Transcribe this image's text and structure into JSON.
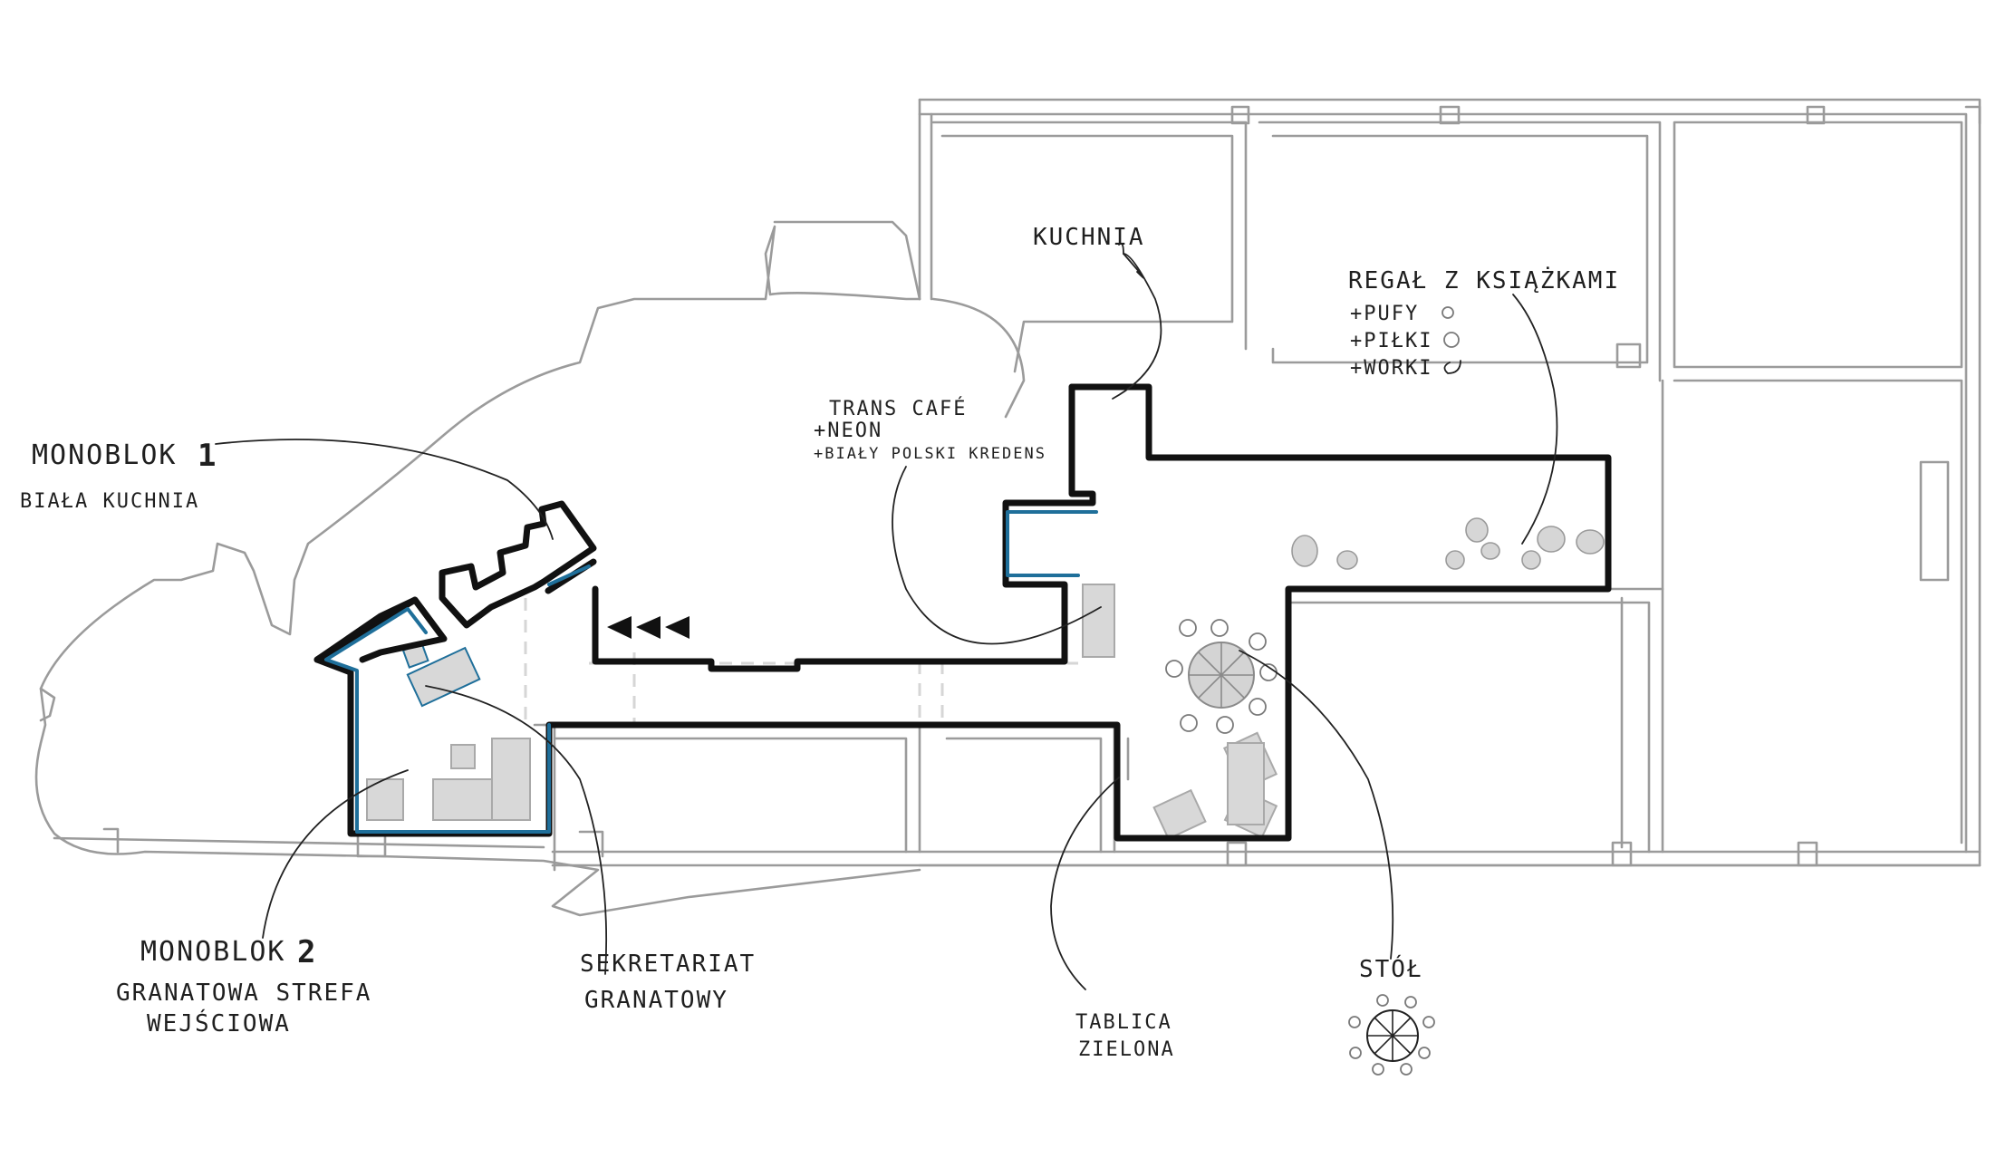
{
  "labels": {
    "monoblok1": {
      "title": "MONOBLOK",
      "number": "1",
      "subtitle": "BIAŁA KUCHNIA"
    },
    "monoblok2": {
      "title": "MONOBLOK",
      "number": "2",
      "line2": "GRANATOWA STREFA",
      "line3": "WEJŚCIOWA"
    },
    "kuchnia": "KUCHNIA",
    "trans_cafe": {
      "title": "TRANS CAFÉ",
      "line2": "+NEON",
      "line3": "+BIAŁY POLSKI KREDENS"
    },
    "regal": {
      "title": "REGAŁ Z KSIĄŻKAMI",
      "line2": "+PUFY",
      "line3": "+PIŁKI",
      "line4": "+WORKI"
    },
    "sekretariat": {
      "line1": "SEKRETARIAT",
      "line2": "GRANATOWY"
    },
    "tablica": {
      "line1": "TABLICA",
      "line2": "ZIELONA"
    },
    "stol": "STÓŁ"
  },
  "colors": {
    "zone_outline": "#111111",
    "accent_blue": "#1f6f9a",
    "wall": "#9b9b9b",
    "furniture": "#d8d8d8"
  },
  "icons": {
    "entry_arrows": "triple-left-arrow-icon",
    "table_legend": "round-table-icon"
  }
}
